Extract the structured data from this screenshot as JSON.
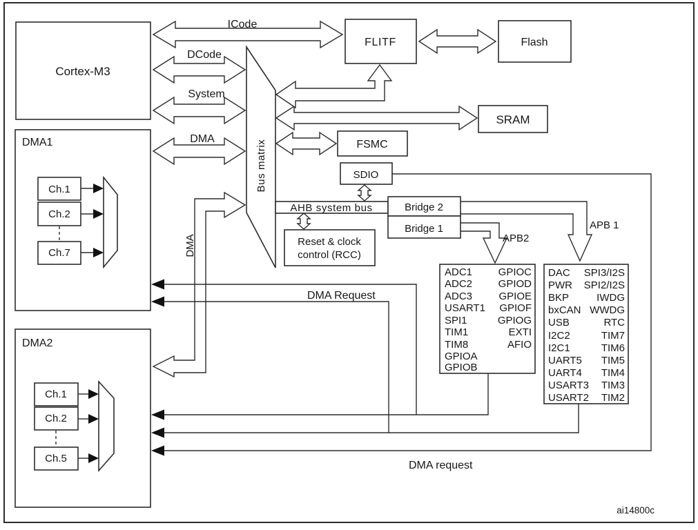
{
  "figure_id": "ai14800c",
  "blocks": {
    "cortex": "Cortex-M3",
    "flitf": "FLITF",
    "flash": "Flash",
    "sram": "SRAM",
    "fsmc": "FSMC",
    "sdio": "SDIO",
    "bus_matrix": "Bus matrix",
    "ahb": "AHB system bus",
    "bridge2": "Bridge 2",
    "bridge1": "Bridge 1",
    "rcc1": "Reset & clock",
    "rcc2": "control (RCC)"
  },
  "buses": {
    "icode": "ICode",
    "dcode": "DCode",
    "system": "System",
    "dma": "DMA",
    "dma_pipe": "DMA",
    "apb2": "APB2",
    "apb1": "APB 1"
  },
  "dma1": {
    "title": "DMA1",
    "channels": [
      "Ch.1",
      "Ch.2",
      "Ch.7"
    ]
  },
  "dma2": {
    "title": "DMA2",
    "channels": [
      "Ch.1",
      "Ch.2",
      "Ch.5"
    ]
  },
  "requests": {
    "mid": "DMA Request",
    "bottom": "DMA request"
  },
  "apb2_box": {
    "left": [
      "ADC1",
      "ADC2",
      "ADC3",
      "USART1",
      "SPI1",
      "TIM1",
      "TIM8",
      "GPIOA",
      "GPIOB"
    ],
    "right": [
      "GPIOC",
      "GPIOD",
      "GPIOE",
      "GPIOF",
      "GPIOG",
      "EXTI",
      "AFIO"
    ]
  },
  "apb1_box": {
    "left": [
      "DAC",
      "PWR",
      "BKP",
      "bxCAN",
      "USB",
      "I2C2",
      "I2C1",
      "UART5",
      "UART4",
      "USART3",
      "USART2"
    ],
    "right": [
      "SPI3/I2S",
      "SPI2/I2S",
      "IWDG",
      "WWDG",
      "RTC",
      "TIM7",
      "TIM6",
      "TIM5",
      "TIM4",
      "TIM3",
      "TIM2"
    ]
  }
}
